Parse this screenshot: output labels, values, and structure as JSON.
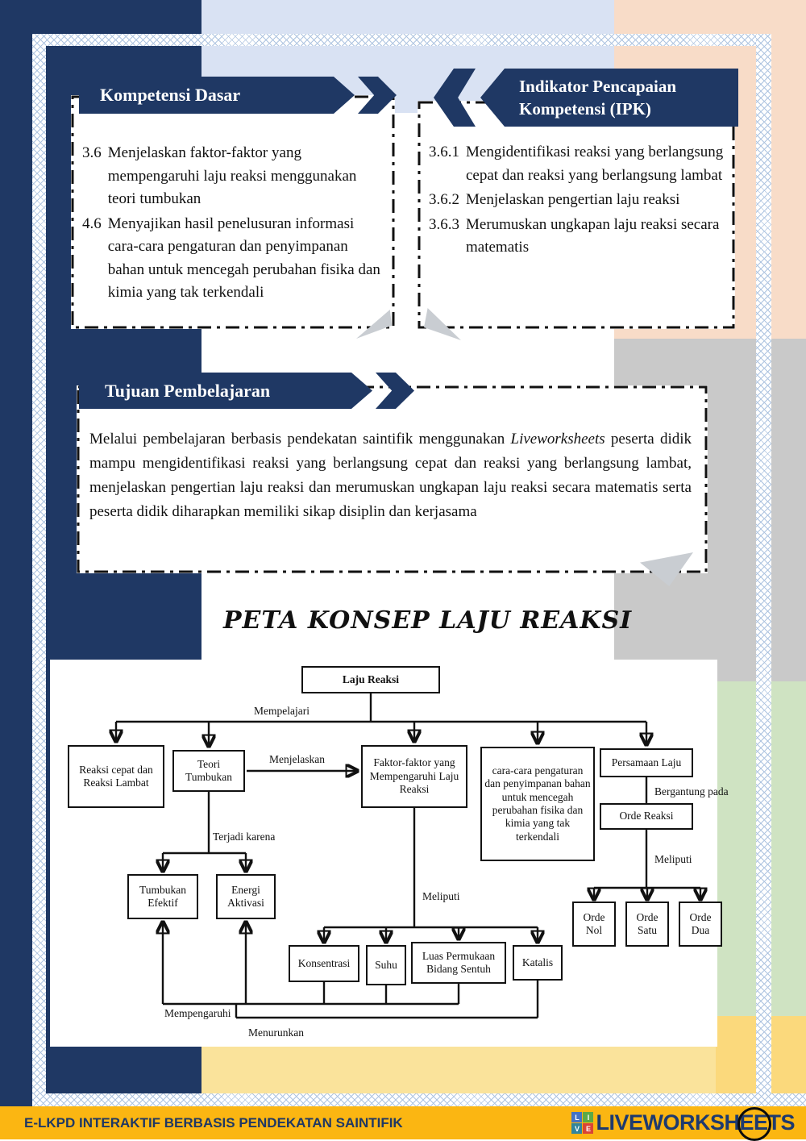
{
  "kompetensi_dasar": {
    "title": "Kompetensi Dasar",
    "items": [
      {
        "code": "3.6",
        "text": "Menjelaskan faktor-faktor yang mempengaruhi laju reaksi menggunakan teori tumbukan"
      },
      {
        "code": "4.6",
        "text": "Menyajikan hasil penelusuran informasi cara-cara pengaturan dan penyimpanan bahan untuk mencegah perubahan fisika dan kimia yang tak terkendali"
      }
    ]
  },
  "ipk": {
    "title": "Indikator Pencapaian Kompetensi (IPK)",
    "items": [
      {
        "code": "3.6.1",
        "text": "Mengidentifikasi reaksi yang berlangsung cepat dan reaksi yang berlangsung lambat"
      },
      {
        "code": "3.6.2",
        "text": "Menjelaskan pengertian laju reaksi"
      },
      {
        "code": "3.6.3",
        "text": "Merumuskan ungkapan laju reaksi secara matematis"
      }
    ]
  },
  "tujuan": {
    "title": "Tujuan Pembelajaran",
    "body_before_italic": "Melalui pembelajaran berbasis pendekatan saintifik menggunakan ",
    "body_italic": "Liveworksheets",
    "body_after_italic": " peserta didik mampu mengidentifikasi reaksi yang berlangsung cepat dan reaksi yang berlangsung lambat, menjelaskan pengertian laju reaksi dan merumuskan ungkapan laju reaksi secara matematis serta peserta didik diharapkan memiliki sikap disiplin dan kerjasama"
  },
  "concept_map": {
    "title": "PETA KONSEP LAJU REAKSI",
    "nodes": {
      "laju_reaksi": "Laju Reaksi",
      "reaksi_cepat": "Reaksi cepat dan Reaksi Lambat",
      "teori_tumbukan": "Teori Tumbukan",
      "faktor_faktor": "Faktor-faktor yang Mempengaruhi Laju Reaksi",
      "cara_cara": "cara-cara pengaturan dan penyimpanan bahan untuk mencegah perubahan fisika dan kimia yang tak terkendali",
      "persamaan_laju": "Persamaan Laju",
      "orde_reaksi": "Orde Reaksi",
      "tumbukan_efektif": "Tumbukan Efektif",
      "energi_aktivasi": "Energi Aktivasi",
      "orde_nol": "Orde Nol",
      "orde_satu": "Orde Satu",
      "orde_dua": "Orde Dua",
      "konsentrasi": "Konsentrasi",
      "suhu": "Suhu",
      "luas_permukaan": "Luas Permukaan Bidang Sentuh",
      "katalis": "Katalis"
    },
    "edges": {
      "mempelajari": "Mempelajari",
      "menjelaskan": "Menjelaskan",
      "terjadi_karena": "Terjadi karena",
      "bergantung_pada": "Bergantung pada",
      "meliputi_orde": "Meliputi",
      "meliputi_faktor": "Meliputi",
      "mempengaruhi": "Mempengaruhi",
      "menurunkan": "Menurunkan"
    }
  },
  "footer": {
    "left_text": "E-LKPD INTERAKTIF BERBASIS PENDEKATAN SAINTIFIK",
    "brand": "LIVEWORKSHEETS",
    "logo_tiles": [
      "L",
      "I",
      "V",
      "E"
    ]
  },
  "colors": {
    "navy": "#1f3864",
    "light_blue": "#d9e2f3",
    "peach": "#f8dcc8",
    "gray": "#c9c9c9",
    "green": "#cfe3c2",
    "soft_yellow": "#fae39b",
    "footer_gold": "#fbb612"
  }
}
